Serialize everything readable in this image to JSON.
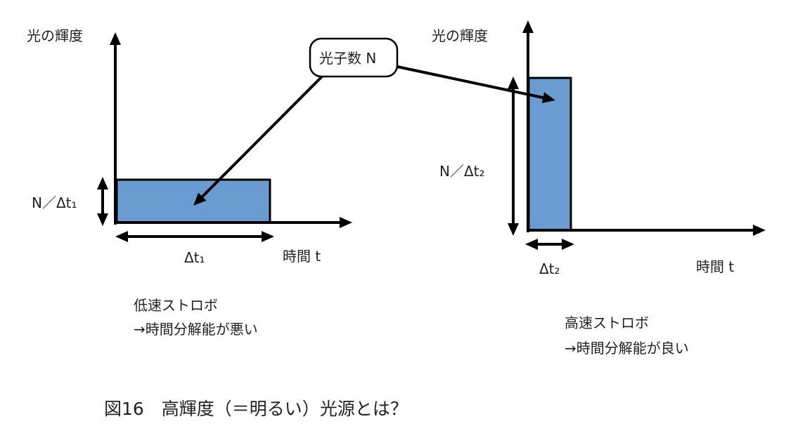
{
  "colors": {
    "bar": "#6a9bd1",
    "ink": "#000000"
  },
  "callout": {
    "label": "光子数 N"
  },
  "left": {
    "y_label": "光の輝度",
    "height_label": "N／Δt₁",
    "width_label": "Δt₁",
    "x_label": "時間 t",
    "title": "低速ストロボ",
    "note": "→時間分解能が悪い"
  },
  "right": {
    "y_label": "光の輝度",
    "height_label": "N／Δt₂",
    "width_label": "Δt₂",
    "x_label": "時間 t",
    "title": "高速ストロボ",
    "note": "→時間分解能が良い"
  },
  "caption": "図16　高輝度（＝明るい）光源とは？"
}
